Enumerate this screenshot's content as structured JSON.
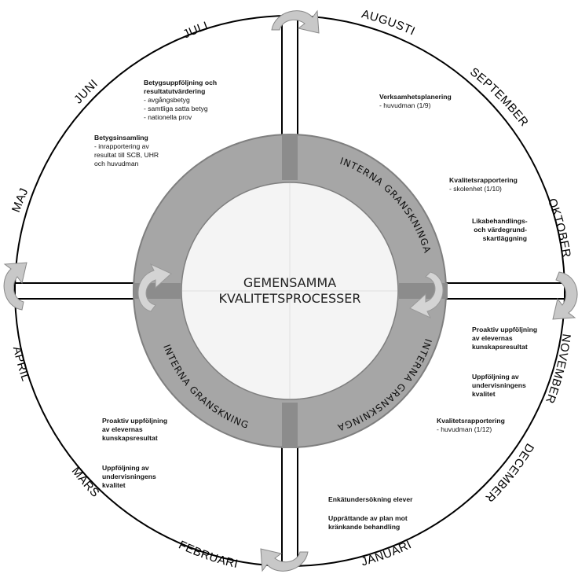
{
  "center": {
    "line1": "GEMENSAMMA",
    "line2": "KVALITETSPROCESSER"
  },
  "ring_labels": [
    "INTERNA GRANSKNINGAR",
    "INTERNA GRANSKNINGAR",
    "INTERNA GRANSKNINGAR"
  ],
  "months": {
    "juli": "JULI",
    "augusti": "AUGUSTI",
    "september": "SEPTEMBER",
    "oktober": "OKTOBER",
    "november": "NOVEMBER",
    "december": "DECEMBER",
    "januari": "JANUARI",
    "februari": "FEBRUARI",
    "mars": "MARS",
    "april": "APRIL",
    "maj": "MAJ",
    "juni": "JUNI"
  },
  "notes": {
    "betygsuppfoljning": {
      "title1": "Betygsuppföljning och",
      "title2": "resultatutvärdering",
      "items": [
        "- avgångsbetyg",
        "- samtliga satta betyg",
        "- nationella prov"
      ]
    },
    "betygsinsamling": {
      "title": "Betygsinsamling",
      "items": [
        "- inrapportering av",
        "resultat till SCB, UHR",
        "och huvudman"
      ]
    },
    "verksamhetsplanering": {
      "title": "Verksamhetsplanering",
      "items": [
        "- huvudman (1/9)"
      ]
    },
    "kvalitetsrapportering_skolenhet": {
      "title": "Kvalitetsrapportering",
      "items": [
        "- skolenhet (1/10)"
      ]
    },
    "likabehandling": {
      "lines": [
        "Likabehandlings-",
        "och värdegrund-",
        "skartläggning"
      ]
    },
    "proaktiv_right": {
      "lines": [
        "Proaktiv uppföljning",
        "av elevernas",
        "kunskapsresultat"
      ]
    },
    "uppfoljning_right": {
      "lines": [
        "Uppföljning av",
        "undervisningens",
        "kvalitet"
      ]
    },
    "kvalitetsrapportering_huvudman": {
      "title": "Kvalitetsrapportering",
      "items": [
        "- huvudman (1/12)"
      ]
    },
    "enkat": {
      "title": "Enkätundersökning elever"
    },
    "upprattande": {
      "lines": [
        "Upprättande av plan mot",
        "kränkande behandling"
      ]
    },
    "proaktiv_left": {
      "lines": [
        "Proaktiv uppföljning",
        "av elevernas",
        "kunskapsresultat"
      ]
    },
    "uppfoljning_left": {
      "lines": [
        "Uppföljning av",
        "undervisningens",
        "kvalitet"
      ]
    }
  },
  "colors": {
    "ring": "#a6a6a6",
    "ring_dark": "#7f7f7f",
    "center_fill": "#f2f2f2",
    "arrow": "#bfbfbf"
  }
}
